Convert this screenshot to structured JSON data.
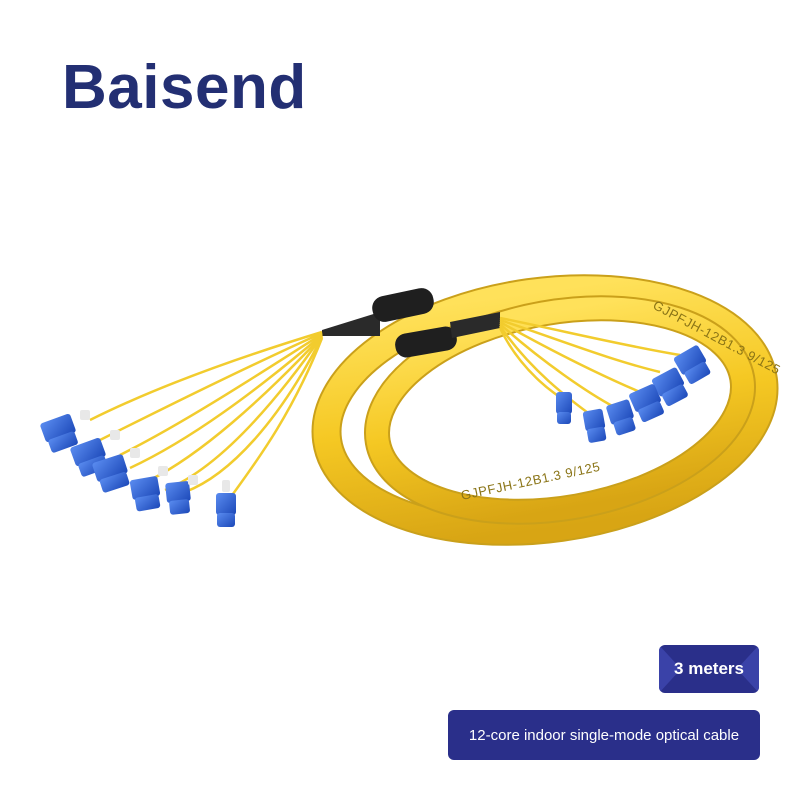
{
  "brand": {
    "name": "Baisend"
  },
  "cable": {
    "print_outer": "GJPFJH-12B1.3   9/125",
    "print_inner": "GJPFJH-12B1.3   9/125",
    "jacket_color": "#f5c823",
    "connector_color": "#2f66d8",
    "boot_color": "#1f1f1f"
  },
  "badges": {
    "length": "3 meters",
    "description": "12-core indoor single-mode optical cable",
    "color": "#2a2f8a"
  }
}
